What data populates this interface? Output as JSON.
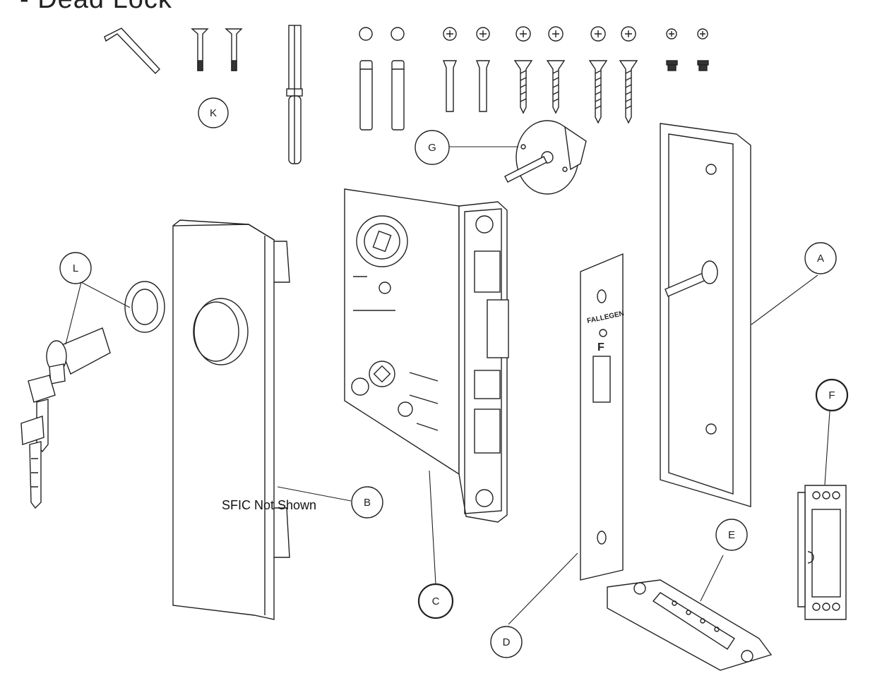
{
  "title": "- Dead Lock",
  "note": "SFIC Not Shown",
  "callouts": {
    "A": "A",
    "B": "B",
    "C": "C",
    "D": "D",
    "E": "E",
    "F": "F",
    "G": "G",
    "K": "K",
    "L": "L"
  },
  "faceplate_text": {
    "brand": "FALLEGEN",
    "f": "F"
  },
  "colors": {
    "line": "#222222",
    "fill": "#ffffff",
    "dark": "#444444"
  }
}
